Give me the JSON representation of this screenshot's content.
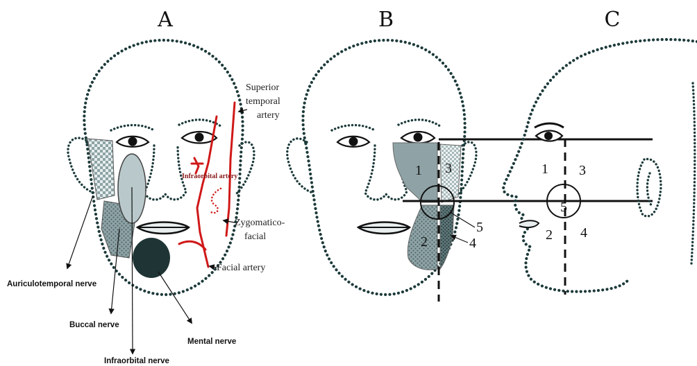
{
  "panels": {
    "a": {
      "letter": "A"
    },
    "b": {
      "letter": "B"
    },
    "c": {
      "letter": "C"
    }
  },
  "arteries": {
    "superior_temporal": [
      "Superior",
      "temporal",
      "artery"
    ],
    "infraorbital": "Infraorbital artery",
    "zygomatico_facial": [
      "Zygomatico-",
      "facial"
    ],
    "facial": "Facial artery"
  },
  "nerves": {
    "auriculotemporal": "Auriculotemporal nerve",
    "buccal": "Buccal nerve",
    "mental": "Mental nerve",
    "infraorbital": "Infraorbital  nerve"
  },
  "zones_b": [
    "1",
    "2",
    "3",
    "4",
    "5"
  ],
  "zones_c": [
    "1",
    "2",
    "3",
    "4",
    "5"
  ],
  "colors": {
    "artery": "#d01818",
    "outline": "#1d3a3a",
    "region_gray": "#8fa3a6",
    "region_light": "#bccbcc",
    "region_dark": "#1f3434"
  }
}
